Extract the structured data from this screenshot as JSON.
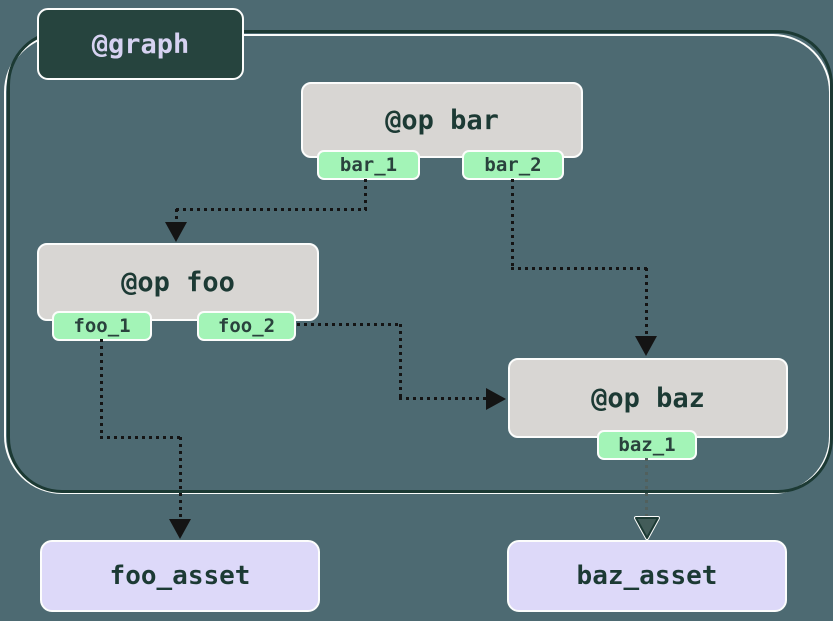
{
  "colors": {
    "bg": "#4d6a72",
    "line-dark": "#1c3a34",
    "line-white": "#fcfdfc",
    "graph-fill": "#26443e",
    "graph-text": "#d6d2f1",
    "op-fill": "#d8d6d3",
    "op-text": "#1c3a34",
    "tag-fill": "#a3f4b7",
    "tag-text": "#2a423d",
    "asset-fill": "#ddd9f9",
    "asset-text": "#1c3a34",
    "edge": "#141414",
    "edge-alt": "#51605d"
  },
  "graph": {
    "label": "@graph"
  },
  "ops": [
    {
      "id": "bar",
      "label": "@op bar",
      "outputs": [
        {
          "label": "bar_1"
        },
        {
          "label": "bar_2"
        }
      ]
    },
    {
      "id": "foo",
      "label": "@op foo",
      "outputs": [
        {
          "label": "foo_1"
        },
        {
          "label": "foo_2"
        }
      ]
    },
    {
      "id": "baz",
      "label": "@op baz",
      "outputs": [
        {
          "label": "baz_1"
        }
      ]
    }
  ],
  "assets": [
    {
      "label": "foo_asset"
    },
    {
      "label": "baz_asset"
    }
  ],
  "edges": [
    {
      "from": "bar_1",
      "to": "op foo",
      "style": "dotted-black-filled-arrow"
    },
    {
      "from": "bar_2",
      "to": "op baz",
      "style": "dotted-black-filled-arrow"
    },
    {
      "from": "foo_2",
      "to": "op baz",
      "style": "dotted-black-filled-arrow"
    },
    {
      "from": "foo_1",
      "to": "foo_asset",
      "style": "dotted-black-filled-arrow"
    },
    {
      "from": "baz_1",
      "to": "baz_asset",
      "style": "dotted-gray-hollow-arrow"
    }
  ]
}
